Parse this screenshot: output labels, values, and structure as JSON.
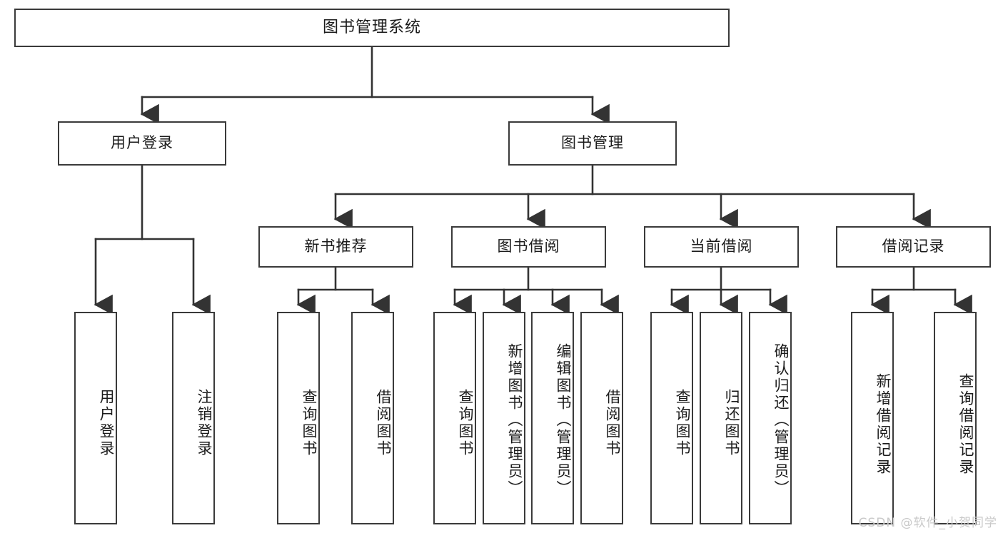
{
  "diagram": {
    "title": "图书管理系统",
    "type": "tree-hierarchy",
    "root": {
      "id": "root",
      "label": "图书管理系统"
    },
    "level2": [
      {
        "id": "user-login",
        "label": "用户登录"
      },
      {
        "id": "book-manage",
        "label": "图书管理"
      }
    ],
    "level3": [
      {
        "id": "new-book-rec",
        "label": "新书推荐",
        "parent": "book-manage"
      },
      {
        "id": "book-borrow",
        "label": "图书借阅",
        "parent": "book-manage"
      },
      {
        "id": "current-borrow",
        "label": "当前借阅",
        "parent": "book-manage"
      },
      {
        "id": "borrow-record",
        "label": "借阅记录",
        "parent": "book-manage"
      }
    ],
    "leaves": [
      {
        "id": "leaf-user-login",
        "label": "用户登录",
        "parent": "user-login"
      },
      {
        "id": "leaf-user-logout",
        "label": "注销登录",
        "parent": "user-login"
      },
      {
        "id": "leaf-query-book-1",
        "label": "查询图书",
        "parent": "new-book-rec"
      },
      {
        "id": "leaf-borrow-book-1",
        "label": "借阅图书",
        "parent": "new-book-rec"
      },
      {
        "id": "leaf-query-book-2",
        "label": "查询图书",
        "parent": "book-borrow"
      },
      {
        "id": "leaf-add-book",
        "label": "新增图书（管理员）",
        "parent": "book-borrow"
      },
      {
        "id": "leaf-edit-book",
        "label": "编辑图书（管理员）",
        "parent": "book-borrow"
      },
      {
        "id": "leaf-borrow-book-2",
        "label": "借阅图书",
        "parent": "book-borrow"
      },
      {
        "id": "leaf-query-book-3",
        "label": "查询图书",
        "parent": "current-borrow"
      },
      {
        "id": "leaf-return-book",
        "label": "归还图书",
        "parent": "current-borrow"
      },
      {
        "id": "leaf-confirm-return",
        "label": "确认归还（管理员）",
        "parent": "current-borrow"
      },
      {
        "id": "leaf-add-record",
        "label": "新增借阅记录",
        "parent": "borrow-record"
      },
      {
        "id": "leaf-query-record",
        "label": "查询借阅记录",
        "parent": "borrow-record"
      }
    ],
    "watermark": "CSDN @软件_小贺同学",
    "colors": {
      "box_border": "#3a3a3a",
      "box_fill": "#ffffff",
      "connector": "#333333",
      "text": "#1b1b1b",
      "watermark": "#c9c9c9",
      "background": "#ffffff"
    }
  }
}
